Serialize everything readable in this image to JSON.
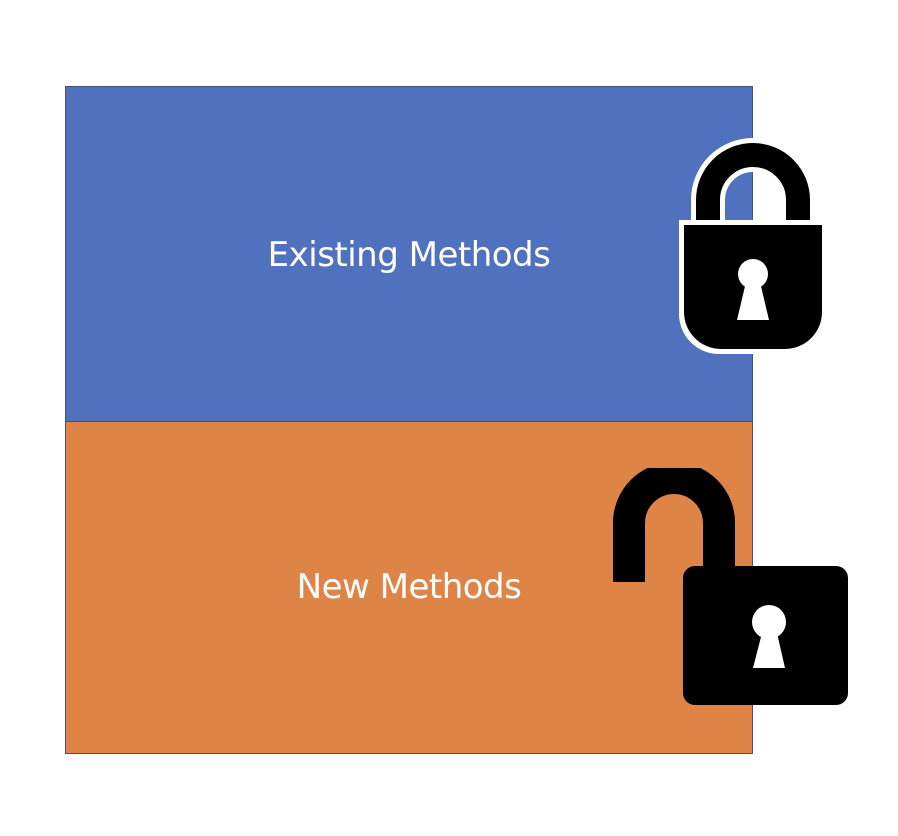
{
  "diagram": {
    "blocks": [
      {
        "label": "Existing Methods",
        "color": "#5072be",
        "state": "locked"
      },
      {
        "label": "New Methods",
        "color": "#df8447",
        "state": "unlocked"
      }
    ],
    "icons": {
      "top": "padlock-closed-icon",
      "bottom": "padlock-open-icon"
    },
    "border_color": "#41507f"
  }
}
